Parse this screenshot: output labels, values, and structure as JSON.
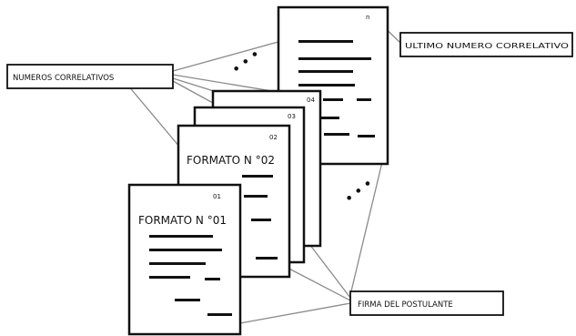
{
  "labels": {
    "numeros_correlativos": "NUMEROS CORRELATIVOS",
    "ultimo_numero_correlativo": "ULTIMO NUMERO CORRELATIVO",
    "firma_del_postulante": "FIRMA DEL POSTULANTE"
  },
  "pages": [
    {
      "id": "page-1",
      "number": "01",
      "title": "FORMATO N °01"
    },
    {
      "id": "page-2",
      "number": "02",
      "title": "FORMATO N °02"
    },
    {
      "id": "page-3",
      "number": "03",
      "title": ""
    },
    {
      "id": "page-4",
      "number": "04",
      "title": ""
    },
    {
      "id": "page-last",
      "number": "n",
      "title": ""
    }
  ],
  "continuation_dots": "• • •"
}
